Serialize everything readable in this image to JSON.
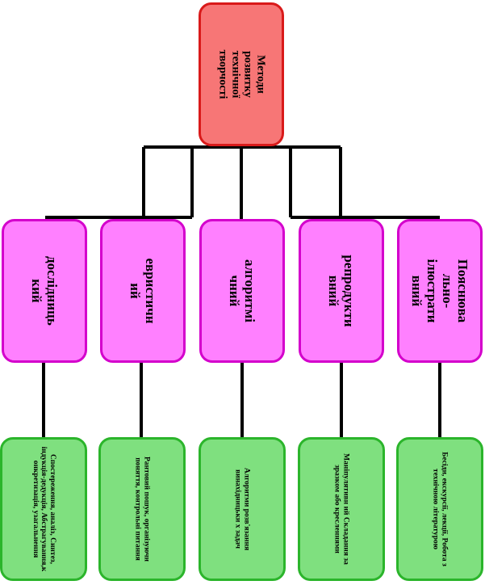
{
  "root": {
    "label": "Методи розвитку технічної творчості"
  },
  "methods": [
    {
      "label": "дослідниць кий",
      "detail": "Спостереження, аналіз, Синтез, індукція-дедукція, Абстрагування,к онкретизація, узагальнення"
    },
    {
      "label": "евристичн ий",
      "detail": "Рантовий пошук, організуючи поняття, контрольні питання"
    },
    {
      "label": "алгоритмі чний",
      "detail": "Алгоритми розв'язання винахідницьки х задач"
    },
    {
      "label": "репродукти вний",
      "detail": "Маніпулятивн ий Складання за зразком або кресленнями"
    },
    {
      "label": "Пояснюва льно-ілюстрати вний",
      "detail": "Бесіди, екскурсії, лекції, Робота з технічною літературою"
    }
  ],
  "colors": {
    "root_fill": "#f77676",
    "root_border": "#d91a1a",
    "mid_fill": "#ff80ff",
    "mid_border": "#d400cc",
    "leaf_fill": "#7fe07f",
    "leaf_border": "#2bb52b",
    "connector": "#000000"
  }
}
